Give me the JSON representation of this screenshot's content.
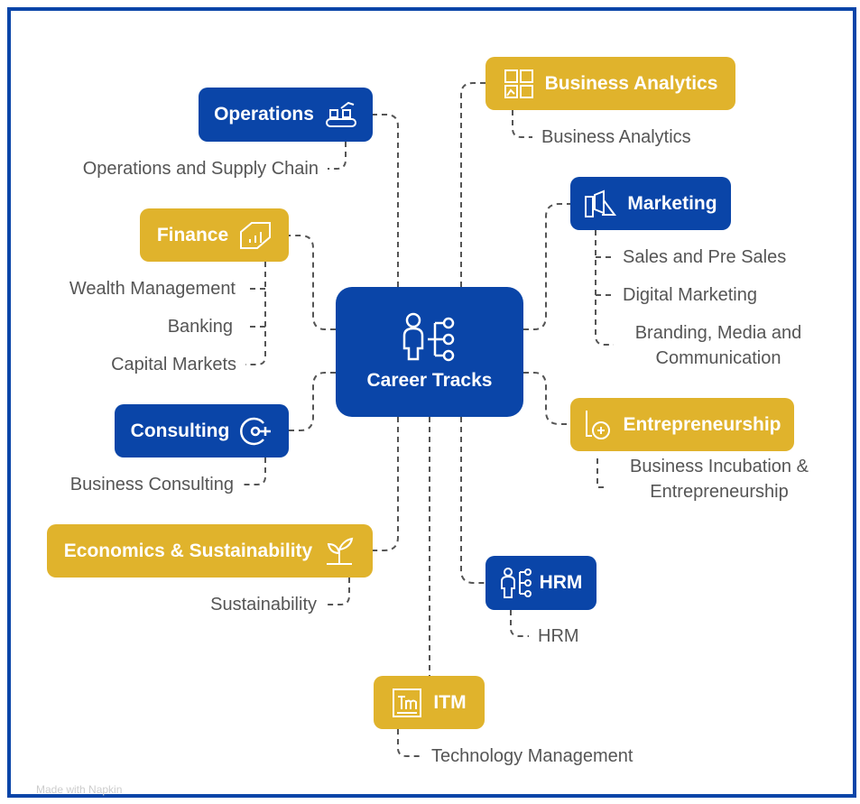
{
  "center": {
    "label": "Career Tracks",
    "icon": "career-path-icon"
  },
  "colors": {
    "blue": "#0A45A8",
    "yellow": "#E0B32C",
    "text": "#555555"
  },
  "tracks": {
    "operations": {
      "label": "Operations",
      "icon": "conveyor-robot-icon",
      "items": [
        "Operations and Supply Chain"
      ]
    },
    "business_analytics": {
      "label": "Business Analytics",
      "icon": "dashboard-icon",
      "items": [
        "Business Analytics"
      ]
    },
    "finance": {
      "label": "Finance",
      "icon": "chart-tag-icon",
      "items": [
        "Wealth Management",
        "Banking",
        "Capital Markets"
      ]
    },
    "marketing": {
      "label": "Marketing",
      "icon": "megaphone-icon",
      "items": [
        "Sales and Pre Sales",
        "Digital Marketing",
        "Branding, Media and",
        "Communication"
      ]
    },
    "consulting": {
      "label": "Consulting",
      "icon": "target-icon",
      "items": [
        "Business Consulting"
      ]
    },
    "entrepreneurship": {
      "label": "Entrepreneurship",
      "icon": "lightbulb-icon",
      "items": [
        "Business Incubation &",
        "Entrepreneurship"
      ]
    },
    "economics": {
      "label": "Economics & Sustainability",
      "icon": "plant-icon",
      "items": [
        "Sustainability"
      ]
    },
    "hrm": {
      "label": "HRM",
      "icon": "people-network-icon",
      "items": [
        "HRM"
      ]
    },
    "itm": {
      "label": "ITM",
      "icon": "trademark-icon",
      "items": [
        "Technology Management"
      ]
    }
  },
  "credit": "Made with Napkin"
}
